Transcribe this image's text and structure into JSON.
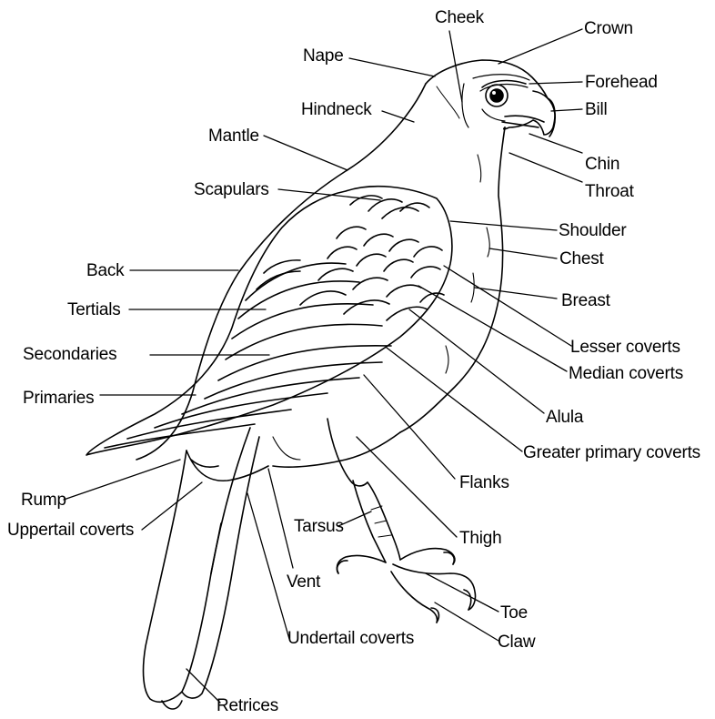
{
  "labels": {
    "cheek": "Cheek",
    "crown": "Crown",
    "nape": "Nape",
    "forehead": "Forehead",
    "bill": "Bill",
    "hindneck": "Hindneck",
    "mantle": "Mantle",
    "chin": "Chin",
    "throat": "Throat",
    "scapulars": "Scapulars",
    "shoulder": "Shoulder",
    "chest": "Chest",
    "back": "Back",
    "breast": "Breast",
    "tertials": "Tertials",
    "lesser_coverts": "Lesser coverts",
    "secondaries": "Secondaries",
    "median_coverts": "Median coverts",
    "primaries": "Primaries",
    "alula": "Alula",
    "greater_primary_coverts": "Greater primary coverts",
    "flanks": "Flanks",
    "rump": "Rump",
    "uppertail_coverts": "Uppertail coverts",
    "tarsus": "Tarsus",
    "thigh": "Thigh",
    "vent": "Vent",
    "toe": "Toe",
    "claw": "Claw",
    "undertail_coverts": "Undertail coverts",
    "retrices": "Retrices"
  }
}
